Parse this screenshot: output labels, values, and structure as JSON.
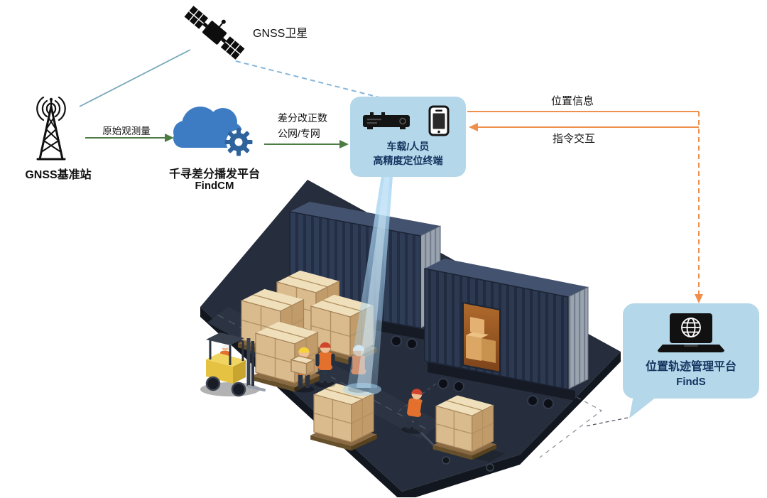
{
  "nodes": {
    "satellite": {
      "label": "GNSS卫星",
      "icon": "satellite-icon"
    },
    "base_station": {
      "label": "GNSS基准站",
      "icon": "radio-tower-icon"
    },
    "cloud_platform": {
      "name": "千寻差分播发平台",
      "product": "FindCM",
      "icon": "cloud-gear-icon"
    },
    "terminal": {
      "line1": "车载/人员",
      "line2": "高精度定位终端",
      "icons": [
        "vehicle-terminal-icon",
        "smartphone-icon"
      ]
    },
    "management_platform": {
      "name": "位置轨迹管理平台",
      "product": "FindS",
      "icon": "laptop-globe-icon"
    }
  },
  "links": {
    "raw_observation": {
      "label": "原始观测量",
      "from": "base_station",
      "to": "cloud_platform",
      "style": "green-arrow"
    },
    "correction": {
      "label_line1": "差分改正数",
      "label_line2": "公网/专网",
      "from": "cloud_platform",
      "to": "terminal",
      "style": "green-arrow"
    },
    "position_info": {
      "label": "位置信息",
      "from": "terminal",
      "to": "management_platform",
      "style": "orange-arrow"
    },
    "command_interaction": {
      "label": "指令交互",
      "from": "management_platform",
      "to": "terminal",
      "style": "orange-arrow"
    },
    "satellite_to_base": {
      "from": "satellite",
      "to": "base_station",
      "style": "solid-teal"
    },
    "satellite_to_terminal": {
      "from": "satellite",
      "to": "terminal",
      "style": "dashed-blue"
    }
  },
  "scene": {
    "icon": "warehouse-container-yard-illustration"
  },
  "colors": {
    "panel_blue": "#b4d7ea",
    "panel_text": "#15335f",
    "cloud_blue": "#3d7cc3",
    "gear_blue": "#2f639c",
    "green_arrow": "#4c7c43",
    "orange_arrow": "#ee8f4b",
    "teal_line": "#7aa9ba",
    "dashed_blue": "#85b6da",
    "text_black": "#111111"
  }
}
